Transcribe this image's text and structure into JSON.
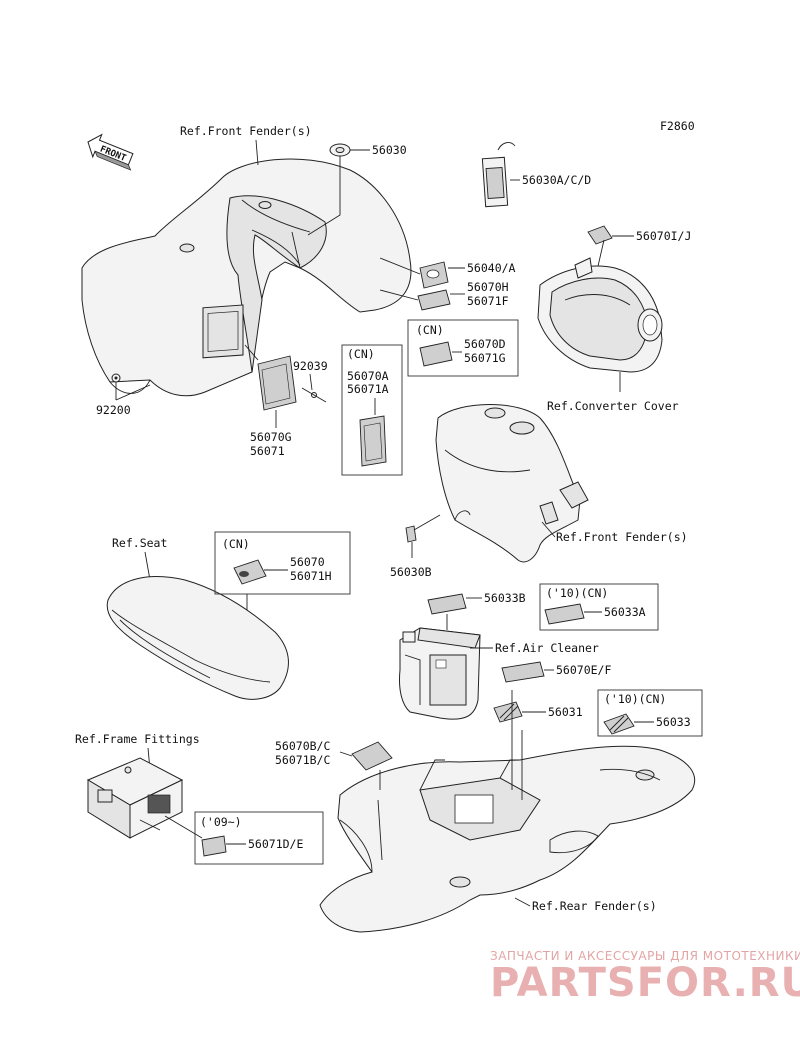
{
  "figure_id": "F2860",
  "front_arrow": "FRONT",
  "refs": {
    "front_fender_top": "Ref.Front Fender(s)",
    "front_fender_mid": "Ref.Front Fender(s)",
    "converter_cover": "Ref.Converter Cover",
    "seat": "Ref.Seat",
    "air_cleaner": "Ref.Air Cleaner",
    "frame_fittings": "Ref.Frame Fittings",
    "rear_fender": "Ref.Rear Fender(s)"
  },
  "parts": {
    "p56030": "56030",
    "p56030acd": "56030A/C/D",
    "p56070ij": "56070I/J",
    "p56040a": "56040/A",
    "p56070h": "56070H",
    "p56071f": "56071F",
    "p56070d": "56070D",
    "p56071g": "56071G",
    "p56070a": "56070A",
    "p56071a": "56071A",
    "p92039": "92039",
    "p92200": "92200",
    "p56070g": "56070G",
    "p56071": "56071",
    "p56030b": "56030B",
    "p56070": "56070",
    "p56071h": "56071H",
    "p56033b": "56033B",
    "p56033a": "56033A",
    "p56070ef": "56070E/F",
    "p56031": "56031",
    "p56033": "56033",
    "p56070bc": "56070B/C",
    "p56071bc": "56071B/C",
    "p56071de": "56071D/E"
  },
  "tags": {
    "cn_a": "(CN)",
    "cn_b": "(CN)",
    "cn_c": "(CN)",
    "y10cn_a": "('10)(CN)",
    "y10cn_b": "('10)(CN)",
    "y09": "('09~)"
  },
  "watermark": {
    "line1": "ЗАПЧАСТИ И АКСЕССУАРЫ ДЛЯ МОТОТЕХНИКИ",
    "line2": "PARTSFOR.RU"
  }
}
